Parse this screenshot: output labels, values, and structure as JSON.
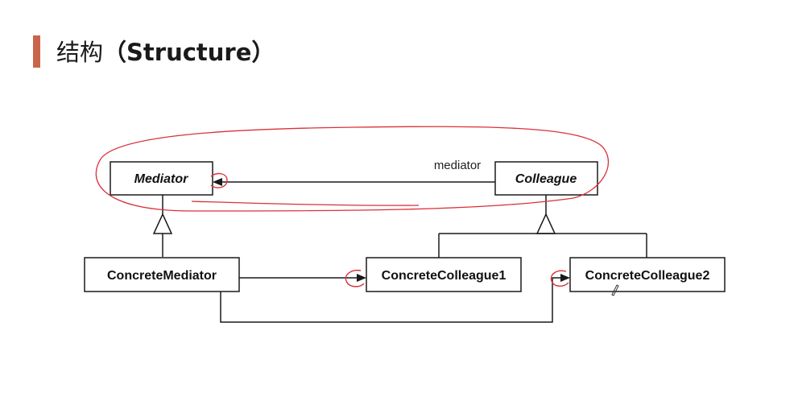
{
  "header": {
    "title_cn": "结构",
    "title_en": "（Structure）"
  },
  "diagram": {
    "classes": {
      "mediator": "Mediator",
      "colleague": "Colleague",
      "concrete_mediator": "ConcreteMediator",
      "concrete_colleague1": "ConcreteColleague1",
      "concrete_colleague2": "ConcreteColleague2"
    },
    "role_label": "mediator"
  },
  "colors": {
    "accent": "#c9644a",
    "annotation": "#d9323a",
    "line": "#1a1a1a"
  }
}
